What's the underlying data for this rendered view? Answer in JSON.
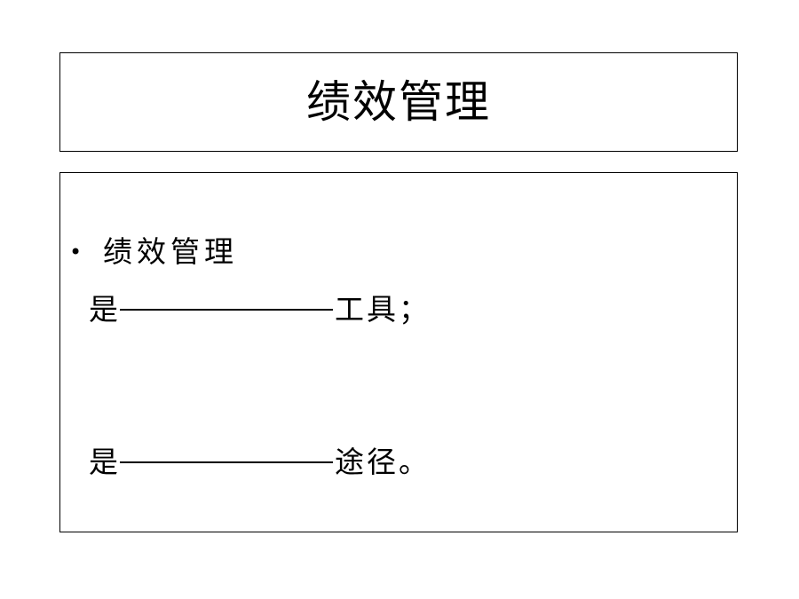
{
  "slide": {
    "title": "绩效管理",
    "bullet": {
      "text": "绩效管理",
      "marker": "•"
    },
    "lines": [
      {
        "prefix": "是",
        "suffix": "工具；"
      },
      {
        "prefix": "是",
        "suffix": "途径。"
      }
    ]
  }
}
